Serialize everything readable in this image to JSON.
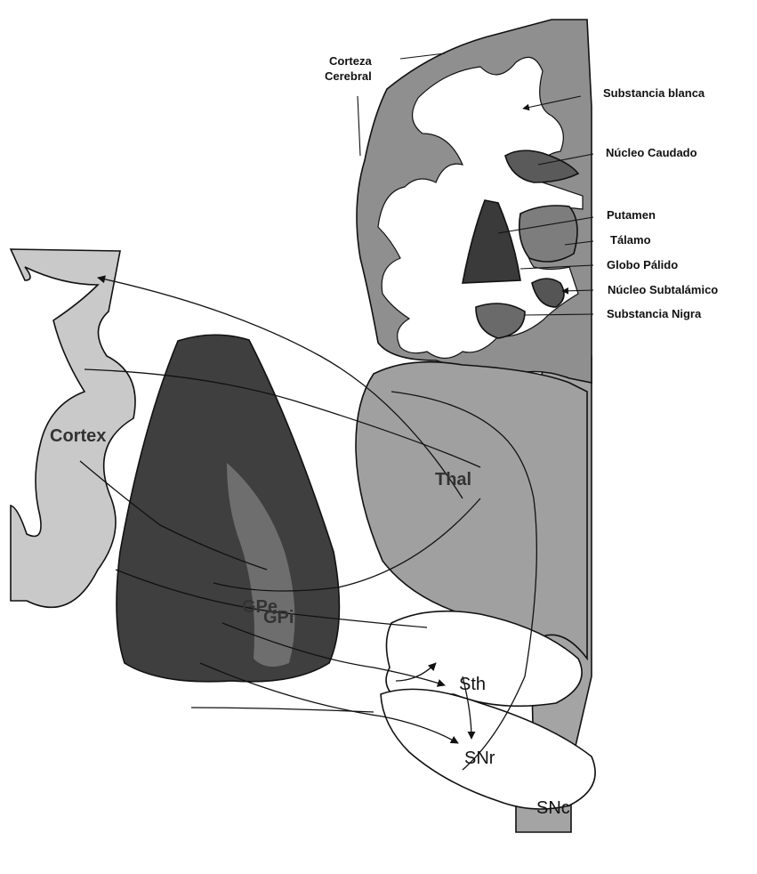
{
  "colors": {
    "gray_matter": "#8f8f8f",
    "brainstem": "#a4a4a4",
    "cortex_fill": "#c9c9c9",
    "striatum": "#3f3f3f",
    "white_matter": "#ffffff",
    "ink": "#111111"
  },
  "labels": {
    "corteza_cerebral_1": "Corteza",
    "corteza_cerebral_2": "Cerebral",
    "substancia_blanca": "Substancia blanca",
    "nucleo_caudado": "Núcleo Caudado",
    "putamen": "Putamen",
    "talamo": "Tálamo",
    "globo_palido": "Globo Pálido",
    "nucleo_subtalamico": "Núcleo Subtalámico",
    "substancia_nigra": "Substancia Nigra"
  },
  "regions": {
    "cortex": "Cortex",
    "thal": "Thal",
    "gpe": "GPe",
    "gpi": "GPi",
    "sth": "Sth",
    "snr": "SNr",
    "snc": "SNc"
  }
}
